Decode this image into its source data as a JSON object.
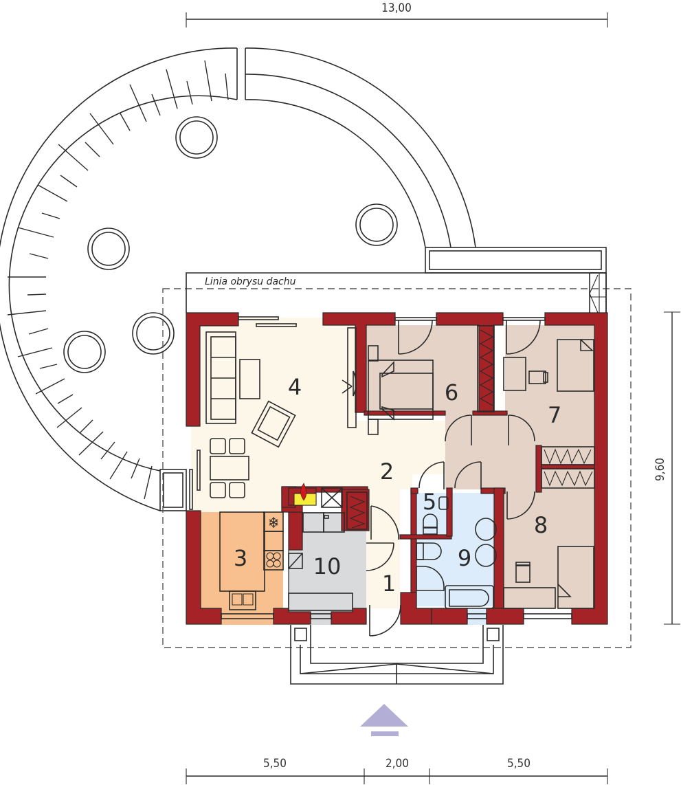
{
  "dimensions": {
    "top_total": "13,00",
    "right_total": "9,60",
    "bottom_segments": [
      "5,50",
      "2,00",
      "5,50"
    ]
  },
  "annotations": {
    "roof_outline_label": "Linia obrysu dachu"
  },
  "rooms": [
    {
      "number": "1",
      "label": "entrance-vestibule",
      "color": "#fdf7ea"
    },
    {
      "number": "2",
      "label": "hall",
      "color": "#fdf7ea"
    },
    {
      "number": "3",
      "label": "kitchen",
      "color": "#f8c08e"
    },
    {
      "number": "4",
      "label": "living-dining-room",
      "color": "#fdf7ea"
    },
    {
      "number": "5",
      "label": "wc",
      "color": "#dcecfa"
    },
    {
      "number": "6",
      "label": "master-bedroom",
      "color": "#e4d3c6"
    },
    {
      "number": "7",
      "label": "bedroom",
      "color": "#e4d3c6"
    },
    {
      "number": "8",
      "label": "bedroom",
      "color": "#e4d3c6"
    },
    {
      "number": "9",
      "label": "bathroom",
      "color": "#dcecfa"
    },
    {
      "number": "10",
      "label": "utility-room",
      "color": "#d9dadb"
    }
  ],
  "colors": {
    "walls": "#a52326",
    "entrance_arrow": "#b3aed6",
    "fireplace": "#f7ec3a",
    "flame": "#d4161b"
  },
  "entrance_arrow": {
    "icon": "entrance-arrow-up-icon"
  }
}
